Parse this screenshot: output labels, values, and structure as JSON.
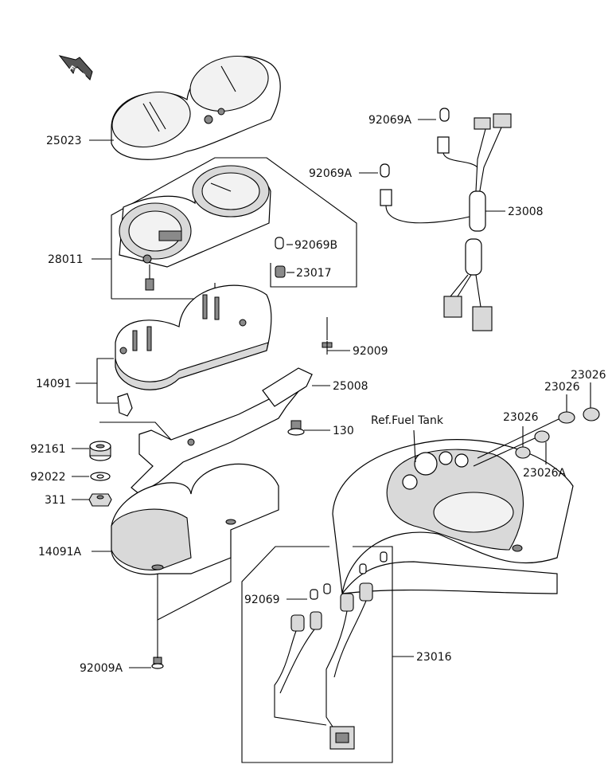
{
  "fwd_label": "FWD",
  "labels": {
    "p25023": "25023",
    "p28011": "28011",
    "p14091": "14091",
    "p92161": "92161",
    "p92022": "92022",
    "p311": "311",
    "p14091A": "14091A",
    "p92009A": "92009A",
    "p92009": "92009",
    "p25008": "25008",
    "p130": "130",
    "p92069A_1": "92069A",
    "p92069A_2": "92069A",
    "p23008": "23008",
    "p92069B": "92069B",
    "p23017": "23017",
    "ref_fuel_tank": "Ref.Fuel Tank",
    "p23026_1": "23026",
    "p23026_2": "23026",
    "p23026_3": "23026",
    "p23026A": "23026A",
    "p92069": "92069",
    "p23016": "23016"
  }
}
